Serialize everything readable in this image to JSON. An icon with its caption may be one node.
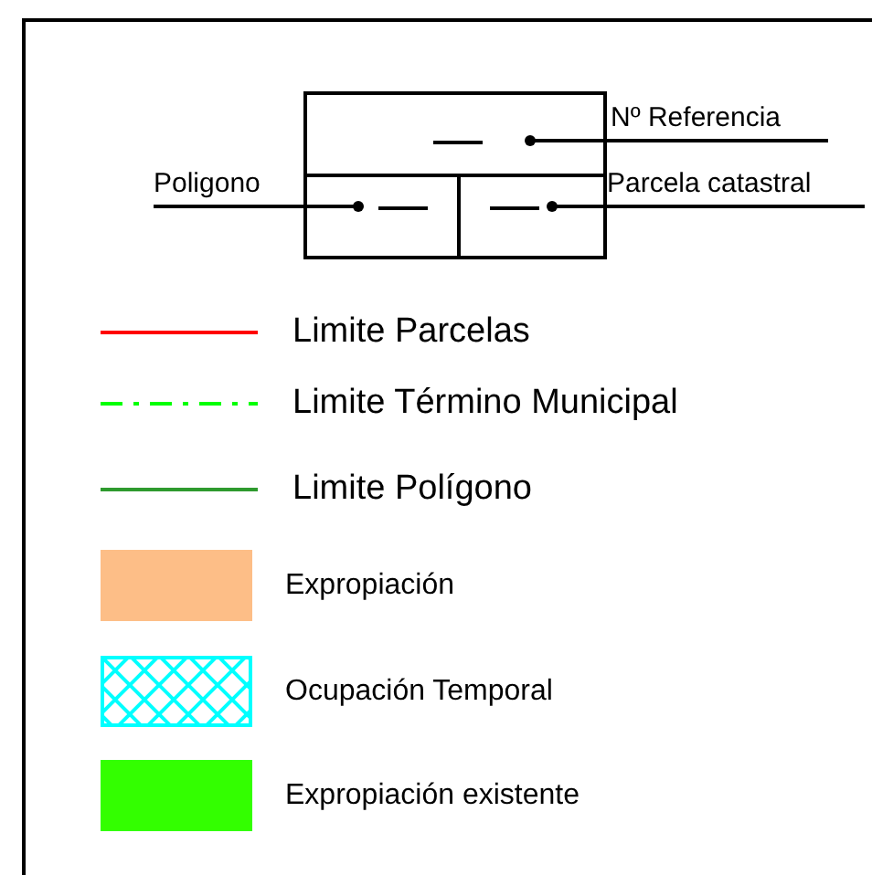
{
  "diagram": {
    "nodes": [
      {
        "text": [
          "Nº Referencia"
        ]
      },
      {
        "text": [
          "Poligono"
        ]
      },
      {
        "text": [
          "Parcela catastral"
        ]
      },
      {
        "text": [],
        "shape": "box"
      },
      {
        "text": [],
        "shape": "box"
      },
      {
        "text": [],
        "shape": "box"
      }
    ],
    "edges": [
      {
        "from": 0,
        "to": 3,
        "arrow": "other"
      },
      {
        "from": 1,
        "to": 4,
        "arrow": "other"
      },
      {
        "from": 2,
        "to": 5,
        "arrow": "other"
      }
    ],
    "legend": [
      {
        "text": "Limite Parcelas"
      },
      {
        "text": "Limite Término Municipal"
      },
      {
        "text": "Limite Polígono"
      },
      {
        "text": "Expropiación",
        "color": "#fdbe87"
      },
      {
        "text": "Ocupación Temporal"
      },
      {
        "text": "Expropiación existente",
        "color": "#33ff00"
      }
    ]
  }
}
